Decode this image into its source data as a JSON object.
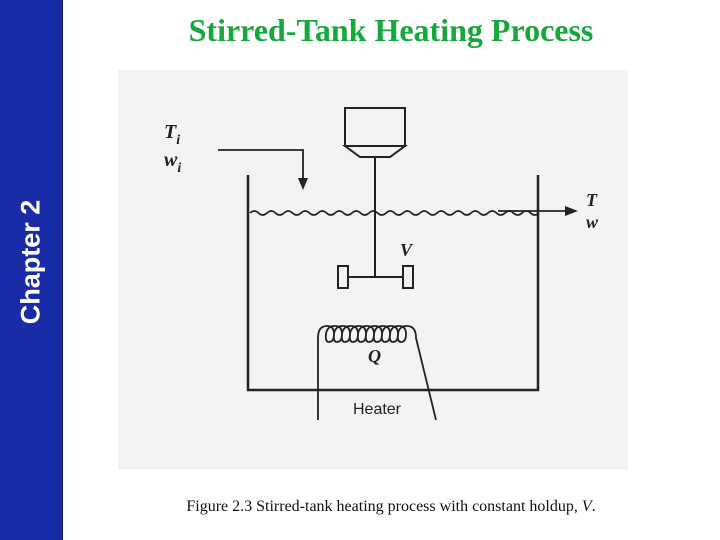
{
  "sidebar": {
    "label": "Chapter 2"
  },
  "title": "Stirred-Tank Heating Process",
  "diagram": {
    "inlet_temperature": "T",
    "inlet_temperature_subscript": "i",
    "inlet_flow": "w",
    "inlet_flow_subscript": "i",
    "outlet_temperature": "T",
    "outlet_flow": "w",
    "volume": "V",
    "heat": "Q",
    "heater": "Heater"
  },
  "caption": {
    "text": "Figure 2.3 Stirred-tank heating process with constant holdup, ",
    "emphasis": "V",
    "end": "."
  },
  "colors": {
    "sidebar": "#1a2ba8",
    "title": "#15a83a",
    "figure_background": "#f3f3f1",
    "line": "#222222"
  }
}
